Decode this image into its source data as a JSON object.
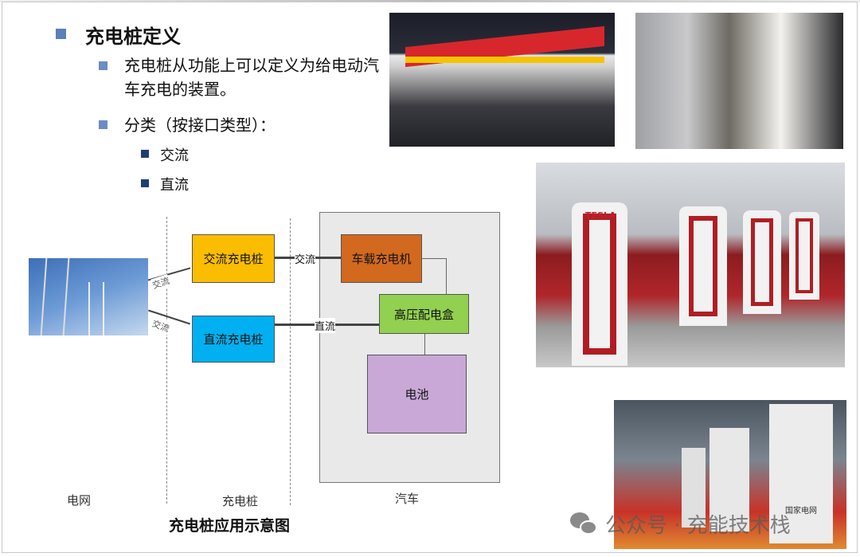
{
  "title": "充电桩定义",
  "bullets": [
    "充电桩从功能上可以定义为给电动汽车充电的装置。",
    "分类（按接口类型）："
  ],
  "sub_bullets": [
    "交流",
    "直流"
  ],
  "diagram": {
    "ac_pile": "交流充电桩",
    "dc_pile": "直流充电桩",
    "onboard_charger": "车载充电机",
    "hv_box": "高压配电盒",
    "battery": "电池",
    "ac_label": "交流",
    "dc_label": "直流",
    "grid_ac": "交流",
    "grid_dc": "交流",
    "col_grid": "电网",
    "col_pile": "充电桩",
    "col_car": "汽车",
    "caption": "充电桩应用示意图"
  },
  "photos": {
    "tesla_brand": "TESLA",
    "state_grid": "国家电网"
  },
  "watermark": "公众号 · 充能技术栈"
}
